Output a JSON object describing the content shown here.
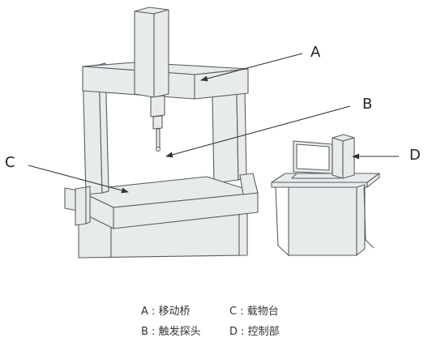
{
  "callouts": {
    "a": "A",
    "b": "B",
    "c": "C",
    "d": "D"
  },
  "legend": {
    "a": "A : 移动桥",
    "b": "B : 触发探头",
    "c": "C : 载物台",
    "d": "D : 控制部"
  },
  "colors": {
    "part_fill": "#e8ebec",
    "part_stroke": "#5a5e60",
    "arrow": "#333333"
  }
}
